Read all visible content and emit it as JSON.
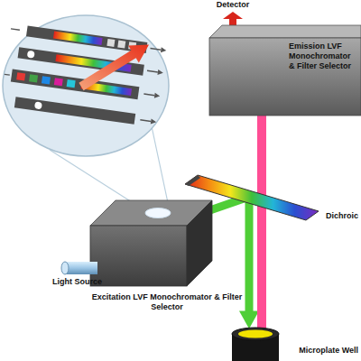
{
  "diagram": {
    "nodes": [
      {
        "text": [
          "Emission LVF Monochromator & Filter Selector"
        ]
      },
      {
        "text": [
          "Dichroic"
        ]
      },
      {
        "text": [
          "Excitation LVF Monochromator & Filter Selector"
        ]
      },
      {
        "text": [
          "Light Source"
        ]
      },
      {
        "text": [
          "Microplate Well"
        ]
      }
    ],
    "edges": [
      {
        "from": 2,
        "to": 1,
        "arrow": "none"
      },
      {
        "from": 1,
        "to": 4,
        "arrow": "to"
      },
      {
        "from": 4,
        "to": 1,
        "arrow": "none"
      },
      {
        "from": 1,
        "to": 0,
        "arrow": "none"
      }
    ],
    "labels": [
      "Detector"
    ]
  }
}
